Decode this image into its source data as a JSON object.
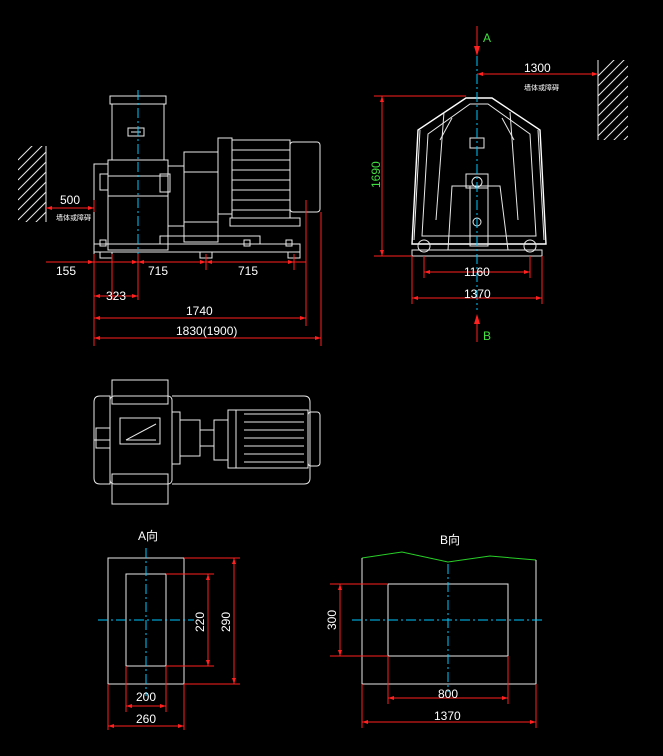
{
  "dimensions": {
    "d500": "500",
    "d155": "155",
    "d715a": "715",
    "d715b": "715",
    "d323": "323",
    "d1740": "1740",
    "d1830": "1830(1900)",
    "d1300": "1300",
    "d1690": "1690",
    "d1160": "1160",
    "d1370top": "1370",
    "d220": "220",
    "d290": "290",
    "d200": "200",
    "d260": "260",
    "d300": "300",
    "d800": "800",
    "d1370bot": "1370"
  },
  "labels": {
    "section_a_mark": "A",
    "section_b_mark": "B",
    "view_a": "A向",
    "view_b": "B向",
    "wall_note_left": "墙体或障碍",
    "wall_note_right": "墙体或障碍"
  },
  "colors": {
    "background": "#000000",
    "outline": "#e8e8e8",
    "dimension": "#ff2020",
    "centerline": "#00c8ff",
    "label_green": "#40e040"
  }
}
